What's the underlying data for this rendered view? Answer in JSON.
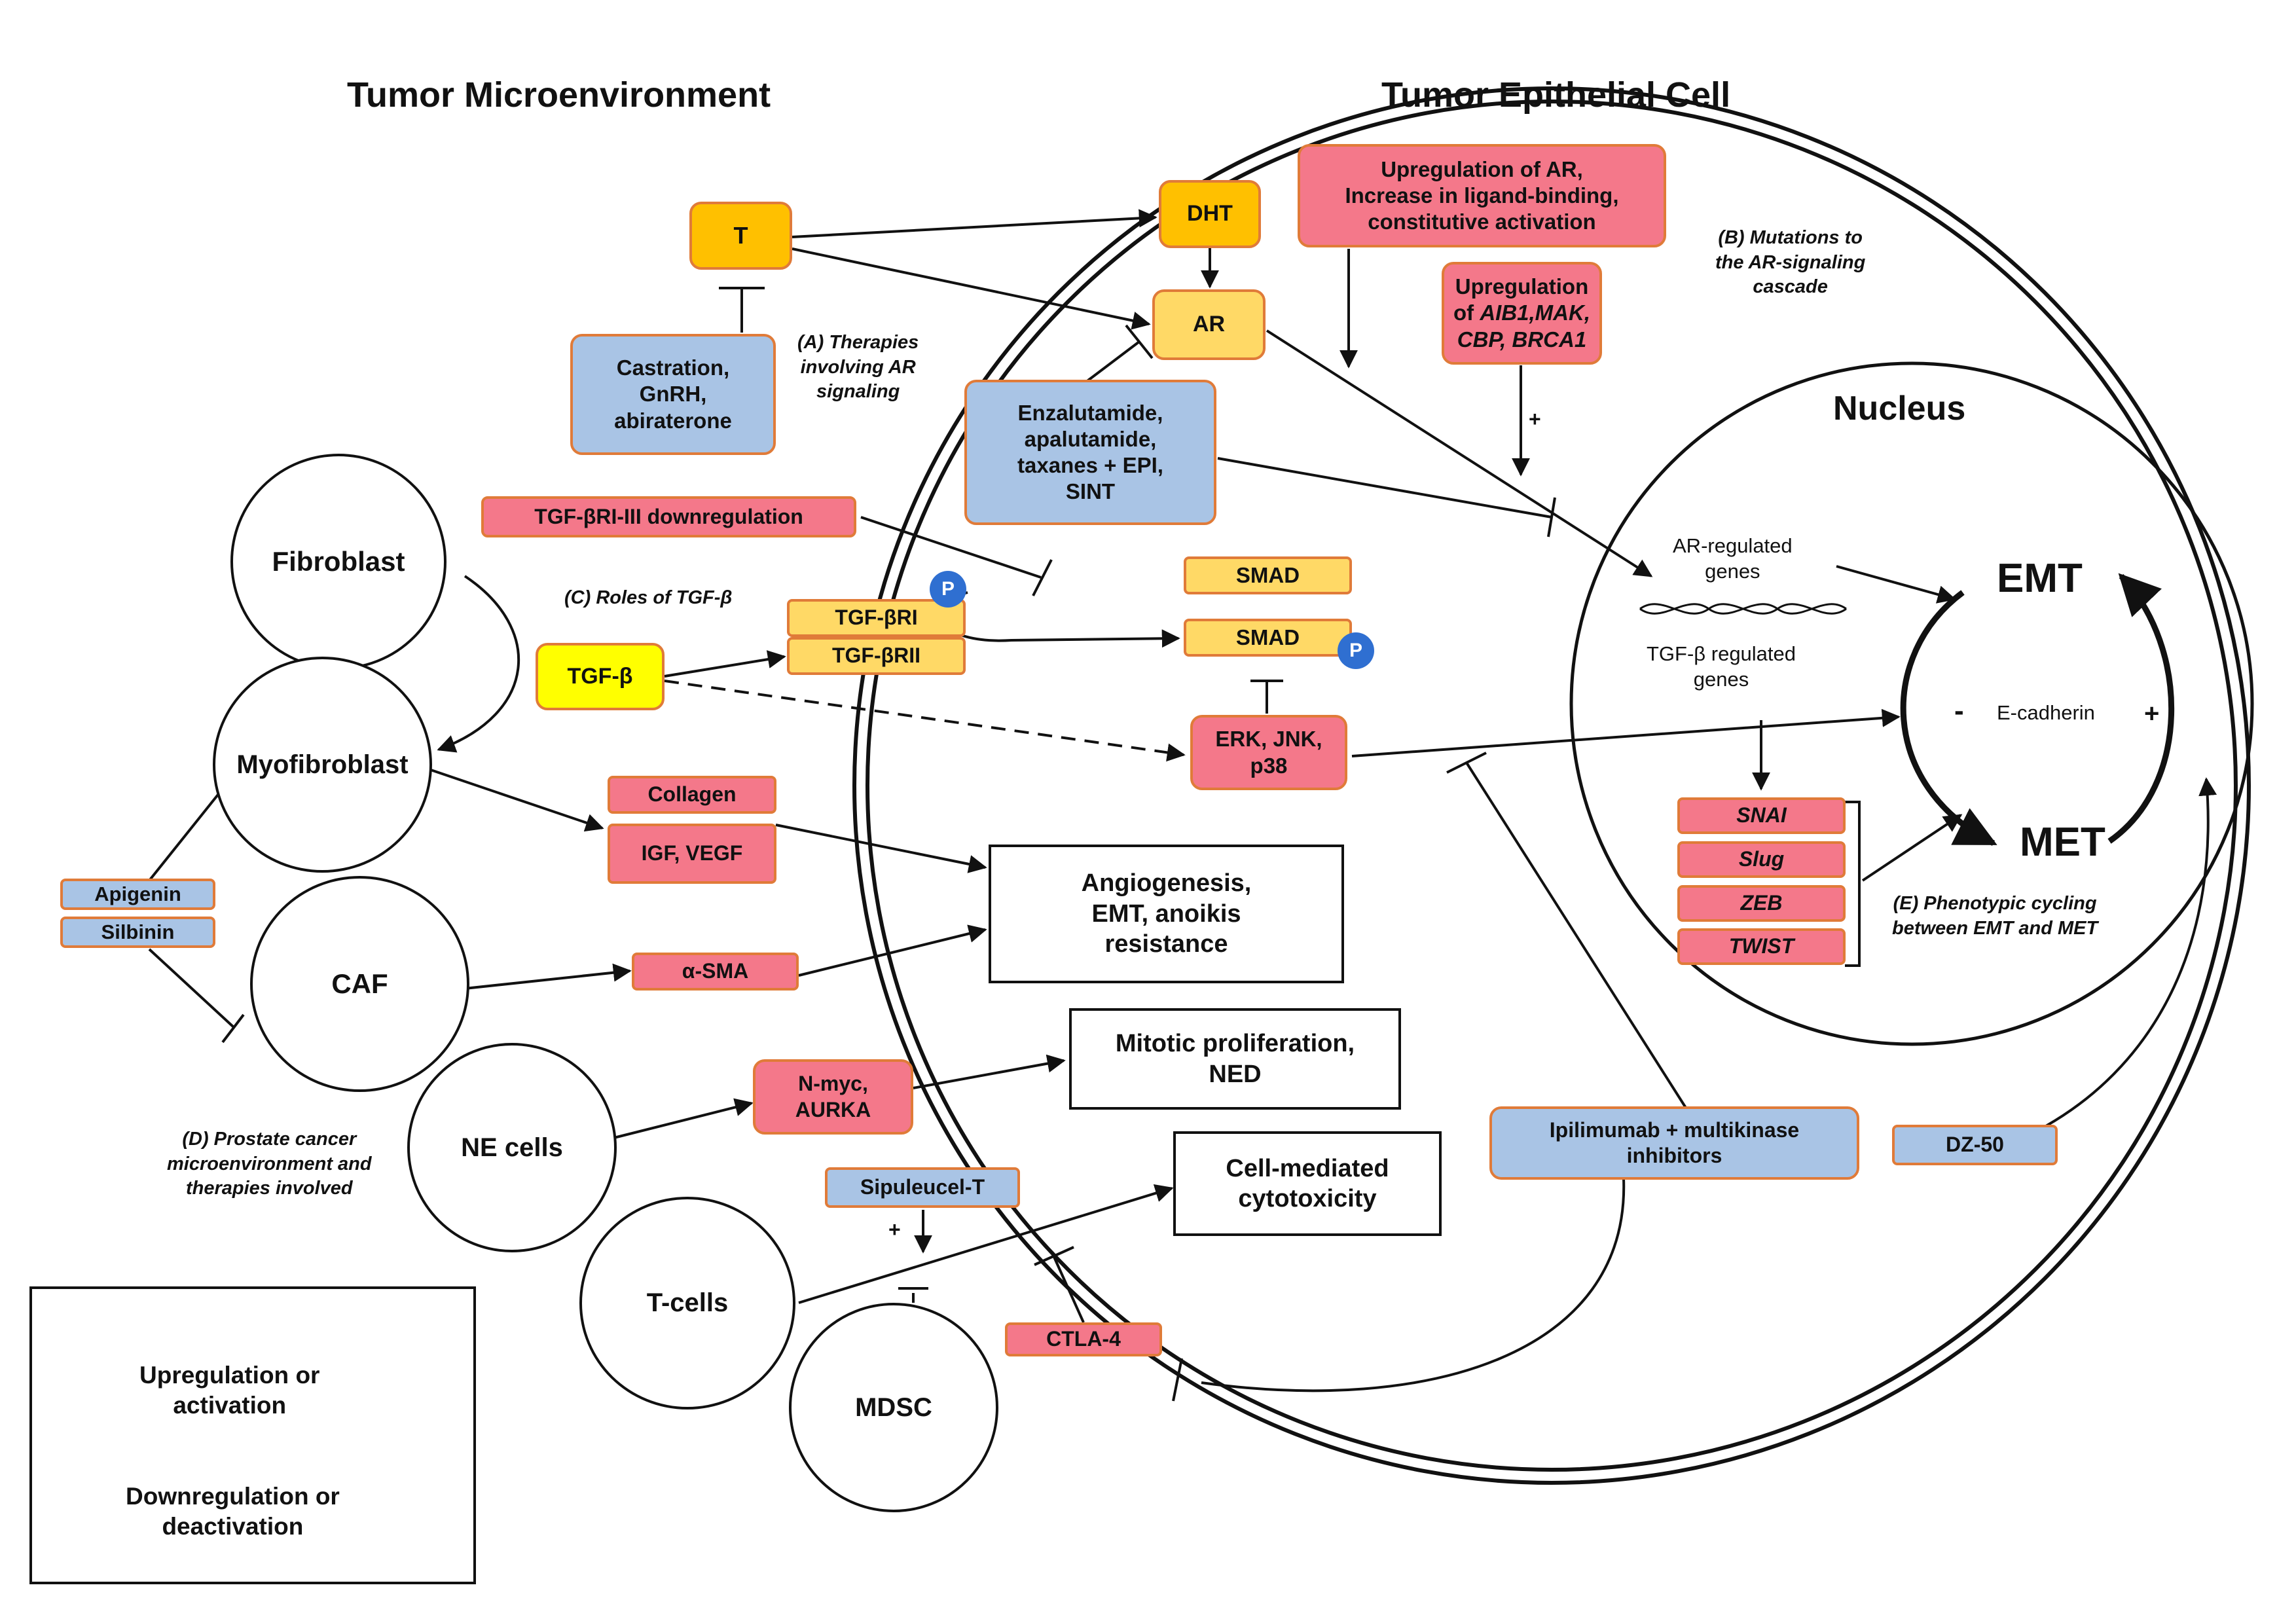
{
  "titles": {
    "microenvironment": "Tumor Microenvironment",
    "epithelial": "Tumor Epithelial Cell",
    "nucleus": "Nucleus"
  },
  "nodes": {
    "T": "T",
    "DHT": "DHT",
    "AR": "AR",
    "castration": "Castration,\nGnRH,\nabiraterone",
    "enzalutamide": "Enzalutamide,\napalutamide,\ntaxanes + EPI,\nSINT",
    "upregulation_ar": "Upregulation of AR,\nIncrease in ligand-binding,\nconstitutive activation",
    "upregulation_prefix": "Upregulation\nof ",
    "upregulation_genes": "AIB1,MAK,\nCBP, BRCA1",
    "tgfb_down": "TGF-βRI-III downregulation",
    "tgfbri": "TGF-βRI",
    "tgfbrii": "TGF-βRII",
    "tgfb": "TGF-β",
    "smad1": "SMAD",
    "smad2": "SMAD",
    "erk": "ERK, JNK,\np38",
    "collagen": "Collagen",
    "igf": "IGF, VEGF",
    "asma": "α-SMA",
    "nmyc": "N-myc,\nAURKA",
    "sipuleucel": "Sipuleucel-T",
    "ctla4": "CTLA-4",
    "ipilimumab": "Ipilimumab + multikinase\ninhibitors",
    "dz50": "DZ-50",
    "apigenin": "Apigenin",
    "silbinin": "Silbinin",
    "snai": "SNAI",
    "slug": "Slug",
    "zeb": "ZEB",
    "twist": "TWIST",
    "phospho": "P"
  },
  "outcomes": {
    "angiogenesis": "Angiogenesis,\nEMT, anoikis\nresistance",
    "mitotic": "Mitotic proliferation,\nNED",
    "cytotoxicity": "Cell-mediated\ncytotoxicity"
  },
  "cells": {
    "fibroblast": "Fibroblast",
    "myofibroblast": "Myofibroblast",
    "caf": "CAF",
    "ne": "NE cells",
    "tcells": "T-cells",
    "mdsc": "MDSC"
  },
  "nucleus_labels": {
    "ar_genes": "AR-regulated\ngenes",
    "tgfb_genes": "TGF-β regulated\ngenes",
    "emt": "EMT",
    "met": "MET",
    "ecadherin": "E-cadherin",
    "minus": "-",
    "plus": "+"
  },
  "captions": {
    "a": "(A) Therapies\ninvolving AR\nsignaling",
    "b": "(B) Mutations to\nthe AR-signaling\ncascade",
    "c": "(C) Roles of TGF-β",
    "d": "(D) Prostate cancer\nmicroenvironment and\ntherapies involved",
    "e": "(E) Phenotypic cycling\nbetween EMT and MET"
  },
  "signs": {
    "plus_aib": "+",
    "plus_sip": "+"
  },
  "legend": {
    "up": "Upregulation or\nactivation",
    "down": "Downregulation or\ndeactivation"
  },
  "colors": {
    "orange_node": "#ffc000",
    "yellow_node": "#ffd966",
    "tgfb_node": "#ffff00",
    "pink_node": "#f4788a",
    "blue_therapy": "#a9c4e5",
    "box_border": "#e07b39",
    "phospho": "#2f6fd1"
  }
}
